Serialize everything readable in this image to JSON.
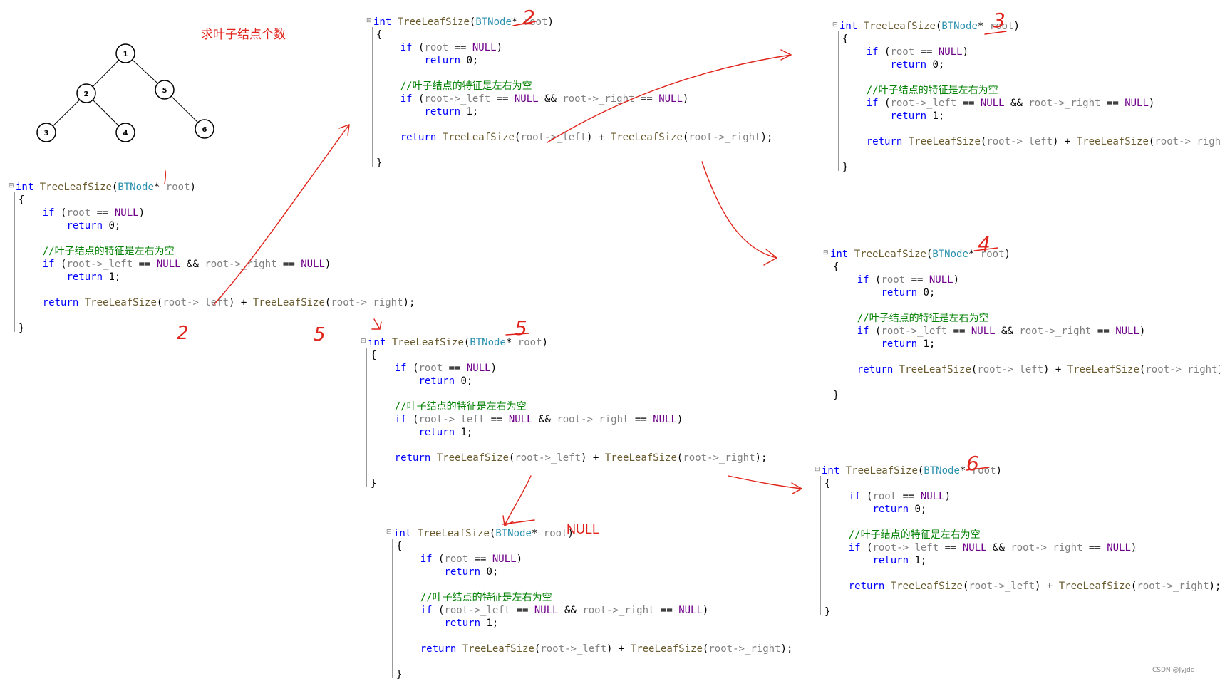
{
  "title": "求叶子结点个数",
  "null_label": "NULL",
  "credit": "CSDN @Jyjdc",
  "tree": {
    "nodes": [
      {
        "id": "1",
        "label": "1"
      },
      {
        "id": "2",
        "label": "2"
      },
      {
        "id": "5",
        "label": "5"
      },
      {
        "id": "3",
        "label": "3"
      },
      {
        "id": "4",
        "label": "4"
      },
      {
        "id": "6",
        "label": "6"
      }
    ],
    "edges": [
      [
        "1",
        "2"
      ],
      [
        "1",
        "5"
      ],
      [
        "2",
        "3"
      ],
      [
        "2",
        "4"
      ],
      [
        "5",
        "6"
      ]
    ]
  },
  "code": {
    "sig_type": "int",
    "sig_fn": "TreeLeafSize",
    "sig_open": "(",
    "sig_param_type": "BTNode",
    "sig_star": "*",
    "sig_param": "root",
    "sig_close": ")",
    "open_brace": "{",
    "close_brace": "}",
    "kw_if": "if",
    "kw_return": "return",
    "cond1_open": " (",
    "cond1_var": "root",
    "cond1_op": " == ",
    "null_macro": "NULL",
    "cond1_close": ")",
    "ret0": " 0;",
    "comment": "//叶子结点的特征是左右为空",
    "cond2_open": " (",
    "cond2_left": "root->_left",
    "cond2_mid1": " == ",
    "cond2_and": " && ",
    "cond2_right": "root->_right",
    "cond2_mid2": " == ",
    "cond2_close": ")",
    "ret1": " 1;",
    "ret_sum_open": "(",
    "ret_sum_left": "root->_left",
    "ret_sum_plus": ") + ",
    "ret_sum_right": "root->_right",
    "ret_sum_close": ");"
  },
  "annotations": {
    "call_2": "2",
    "call_3": "3",
    "call_4": "4",
    "call_5": "5",
    "call_6": "6",
    "left_mark": "2",
    "right_mark": "5"
  }
}
